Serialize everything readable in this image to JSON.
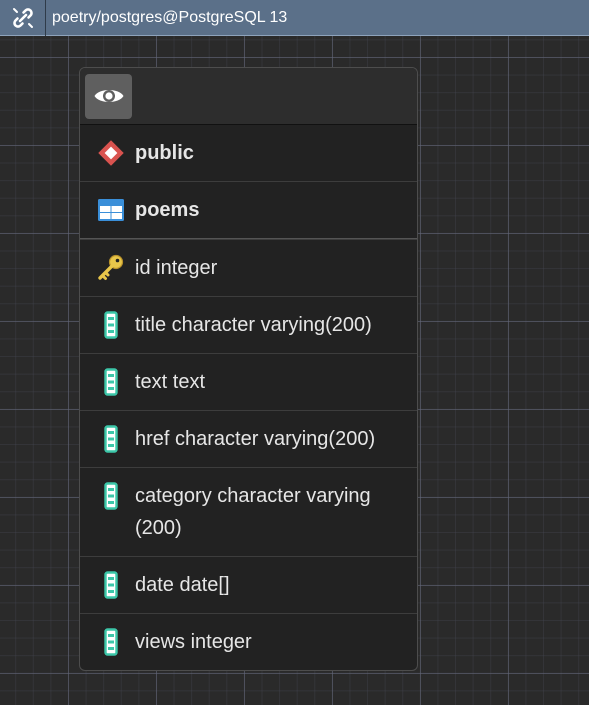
{
  "connection": {
    "title": "poetry/postgres@PostgreSQL 13",
    "icon": "link-connection-icon"
  },
  "node": {
    "toolbar": {
      "details_icon": "eye-icon"
    },
    "schema": {
      "label": "public",
      "icon": "schema-icon"
    },
    "table": {
      "label": "poems",
      "icon": "table-icon"
    },
    "columns": [
      {
        "label": "id integer",
        "icon": "primary-key-icon"
      },
      {
        "label": "title character varying(200)",
        "icon": "column-icon"
      },
      {
        "label": "text text",
        "icon": "column-icon"
      },
      {
        "label": "href character varying(200)",
        "icon": "column-icon"
      },
      {
        "label": "category character varying (200)",
        "icon": "column-icon"
      },
      {
        "label": "date date[]",
        "icon": "column-icon"
      },
      {
        "label": "views integer",
        "icon": "column-icon"
      }
    ]
  },
  "colors": {
    "topbar": "#5b7089",
    "canvas": "#2a2a2a",
    "node_bg": "#222222",
    "schema_red": "#d9534f",
    "table_blue": "#3a8fd9",
    "column_teal": "#3cc7a9",
    "key_yellow": "#e8c64a"
  }
}
